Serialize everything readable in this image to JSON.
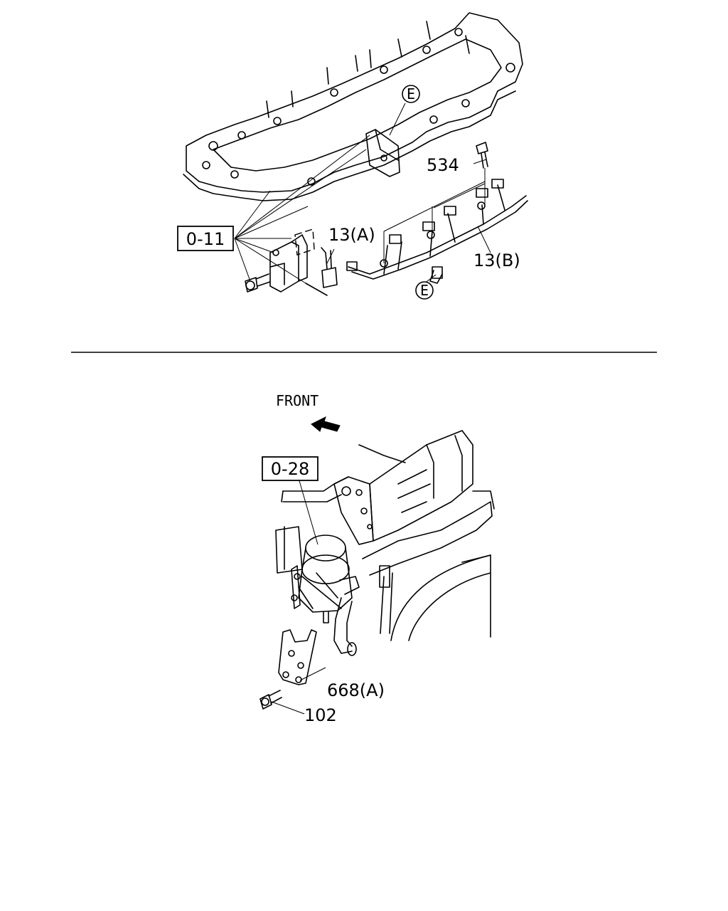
{
  "upper": {
    "labels": {
      "ref_0_11": "0-11",
      "part_534": "534",
      "part_13a": "13(A)",
      "part_13b": "13(B)",
      "callout_e_top": "E",
      "callout_e_bottom": "E"
    }
  },
  "lower": {
    "labels": {
      "front": "FRONT",
      "ref_0_28": "0-28",
      "part_668a": "668(A)",
      "part_102": "102"
    }
  }
}
